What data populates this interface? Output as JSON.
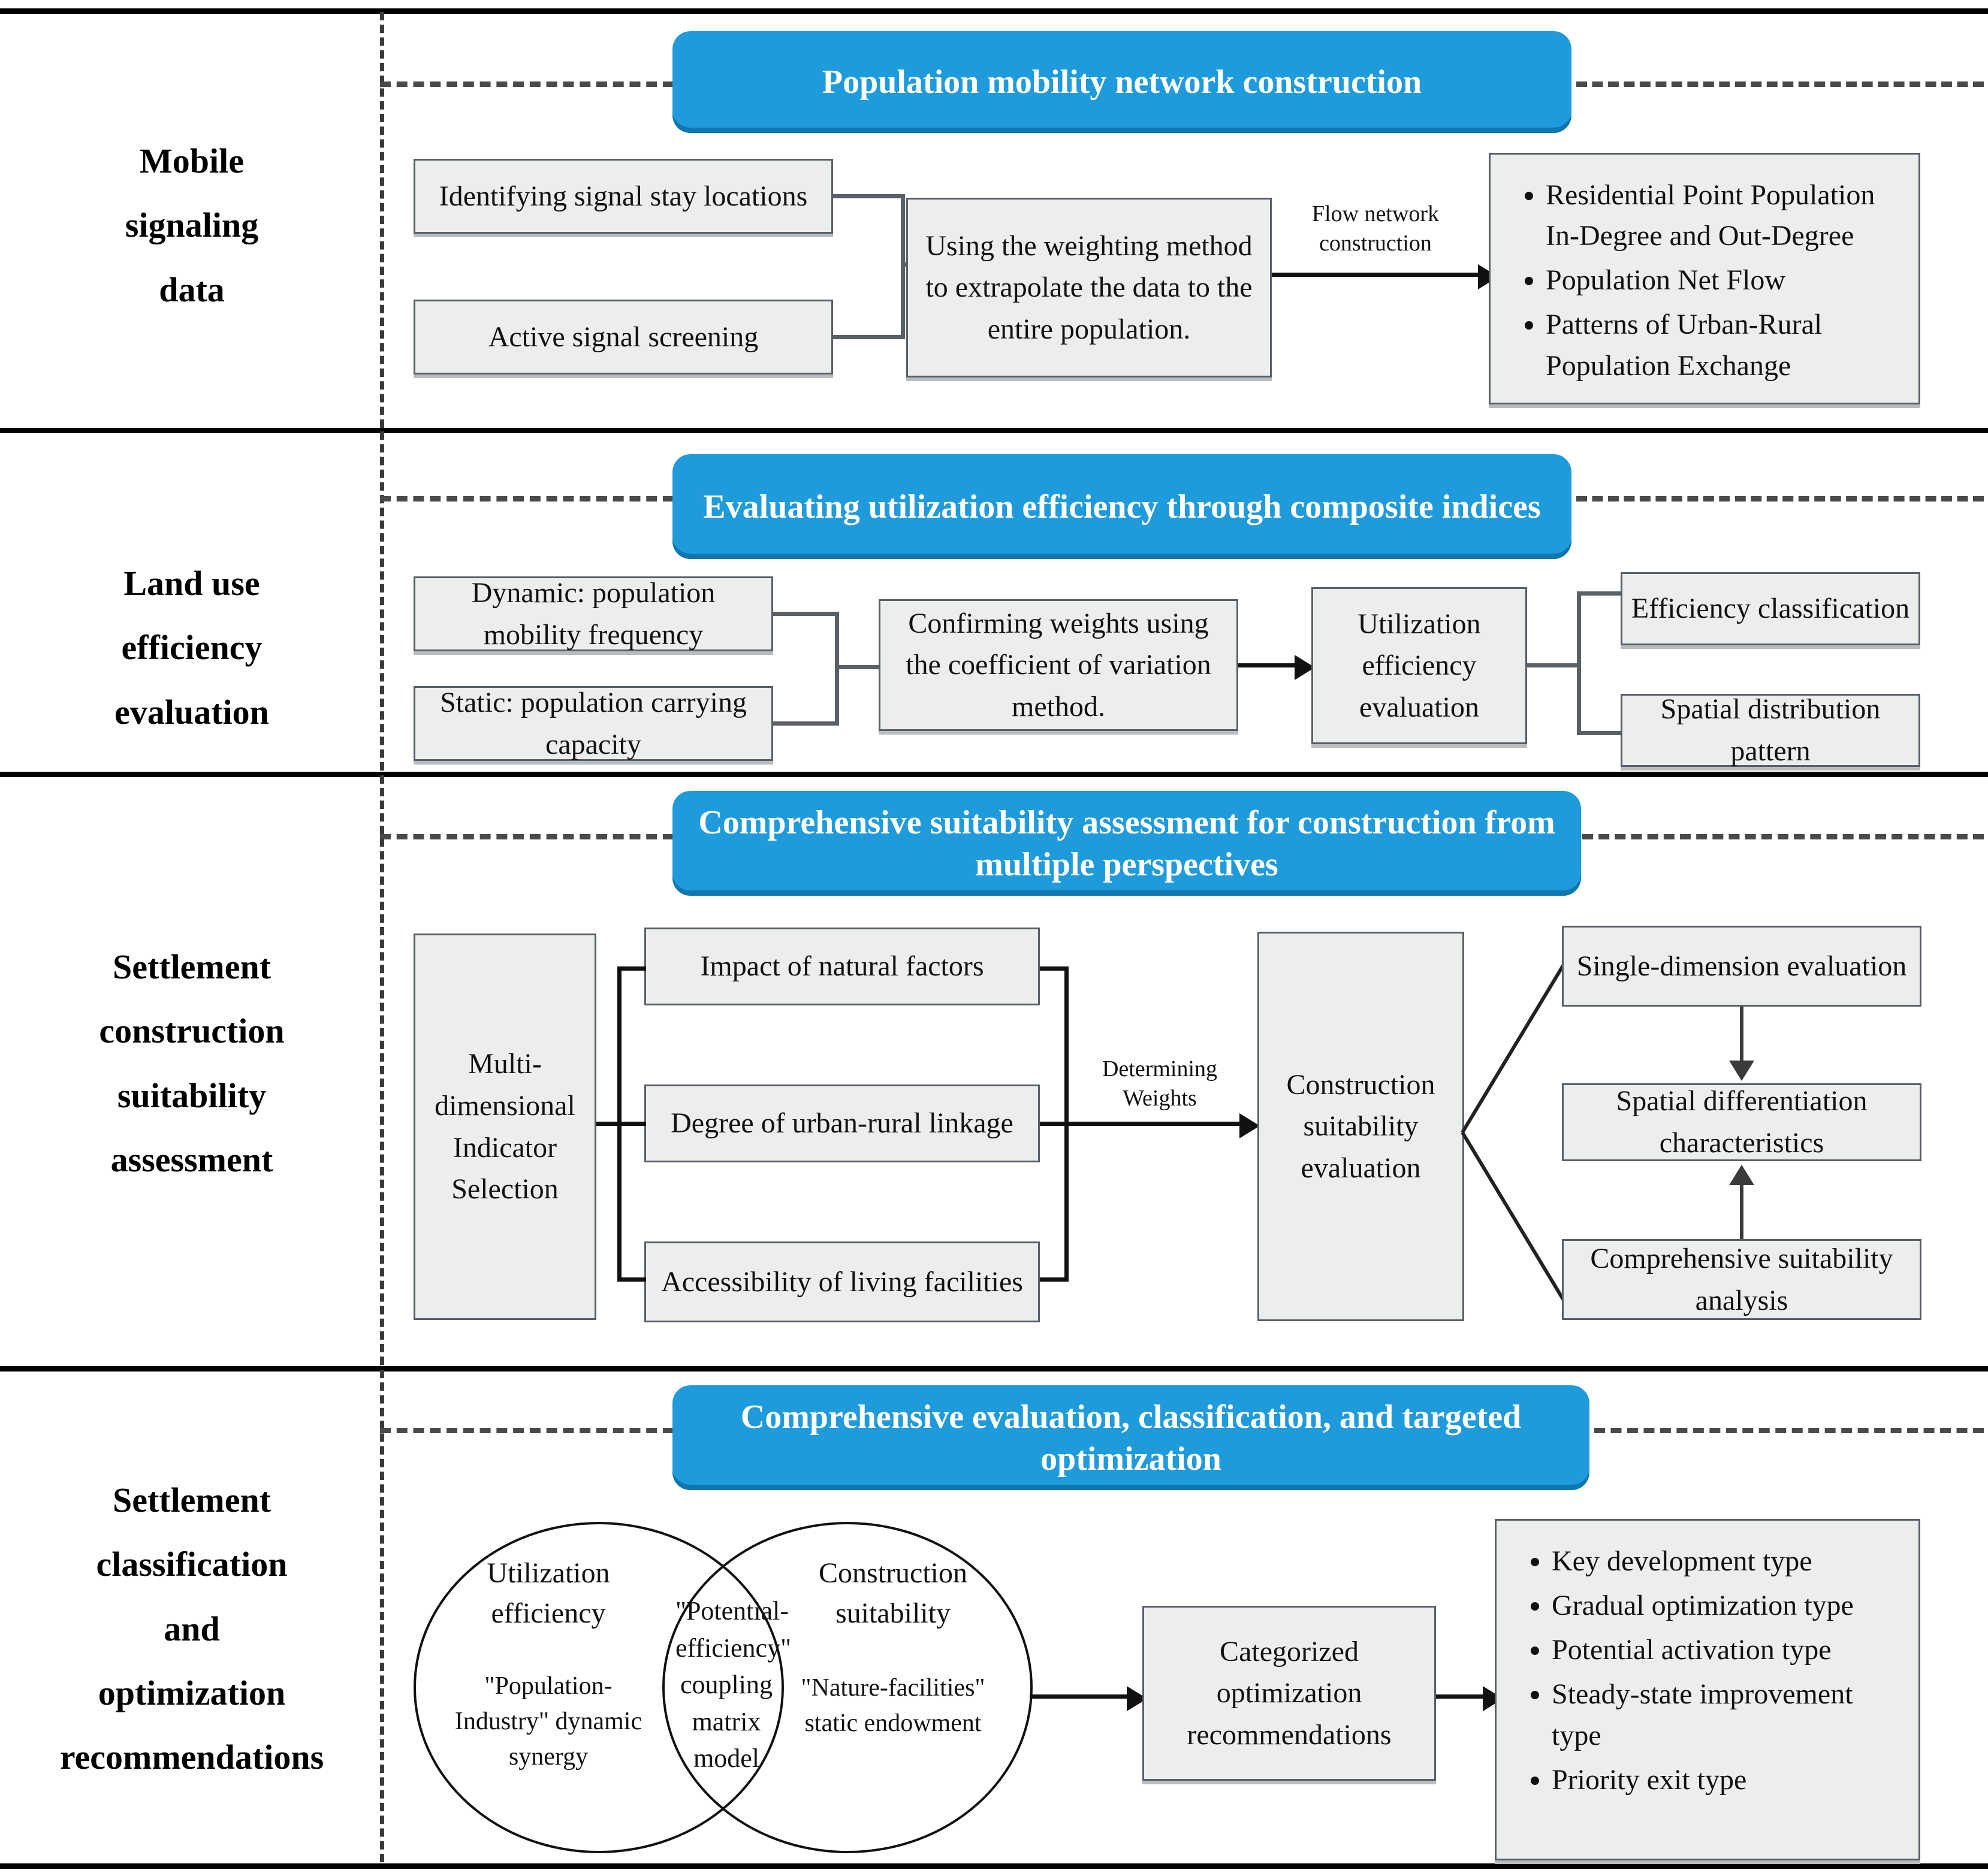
{
  "colors": {
    "banner_blue": "#1f9bdc",
    "banner_blue_shadow": "#1076b0",
    "box_fill": "#eceded",
    "box_border": "#585f66",
    "rule": "#000000"
  },
  "rows": [
    {
      "label": "Mobile\nsignaling\ndata",
      "banner": "Population mobility network construction",
      "boxes": {
        "a": "Identifying signal stay locations",
        "b": "Active signal screening",
        "c": "Using the weighting method to extrapolate the data to the entire population.",
        "edge_label": "Flow network\nconstruction",
        "outputs": [
          "Residential Point Population In-Degree and Out-Degree",
          "Population Net Flow",
          "Patterns of Urban-Rural Population Exchange"
        ]
      }
    },
    {
      "label": "Land use\nefficiency\nevaluation",
      "banner": "Evaluating utilization efficiency through composite indices",
      "boxes": {
        "a": "Dynamic: population mobility frequency",
        "b": "Static: population carrying capacity",
        "c": "Confirming weights using the coefficient of variation method.",
        "d": "Utilization efficiency evaluation",
        "e": "Efficiency classification",
        "f": "Spatial distribution pattern"
      }
    },
    {
      "label": "Settlement\nconstruction\nsuitability\nassessment",
      "banner": "Comprehensive suitability assessment for construction from multiple perspectives",
      "boxes": {
        "a": "Multi-dimensional Indicator Selection",
        "b": "Impact of natural factors",
        "c": "Degree of urban-rural linkage",
        "d": "Accessibility of living facilities",
        "edge_label": "Determining\nWeights",
        "e": "Construction suitability evaluation",
        "f": "Single-dimension evaluation",
        "g": "Spatial differentiation characteristics",
        "h": "Comprehensive suitability analysis"
      }
    },
    {
      "label": "Settlement\nclassification\nand\noptimization\nrecommendations",
      "banner": "Comprehensive evaluation, classification, and targeted optimization",
      "venn": {
        "left_title": "Utilization efficiency",
        "left_sub": "\"Population-Industry\" dynamic synergy",
        "center_title": "\"Potential-efficiency\" coupling matrix model",
        "right_title": "Construction suitability",
        "right_sub": "\"Nature-facilities\" static endowment"
      },
      "boxes": {
        "a": "Categorized optimization recommendations",
        "outputs": [
          "Key development type",
          "Gradual optimization type",
          "Potential activation type",
          "Steady-state improvement type",
          " Priority exit type"
        ]
      }
    }
  ]
}
